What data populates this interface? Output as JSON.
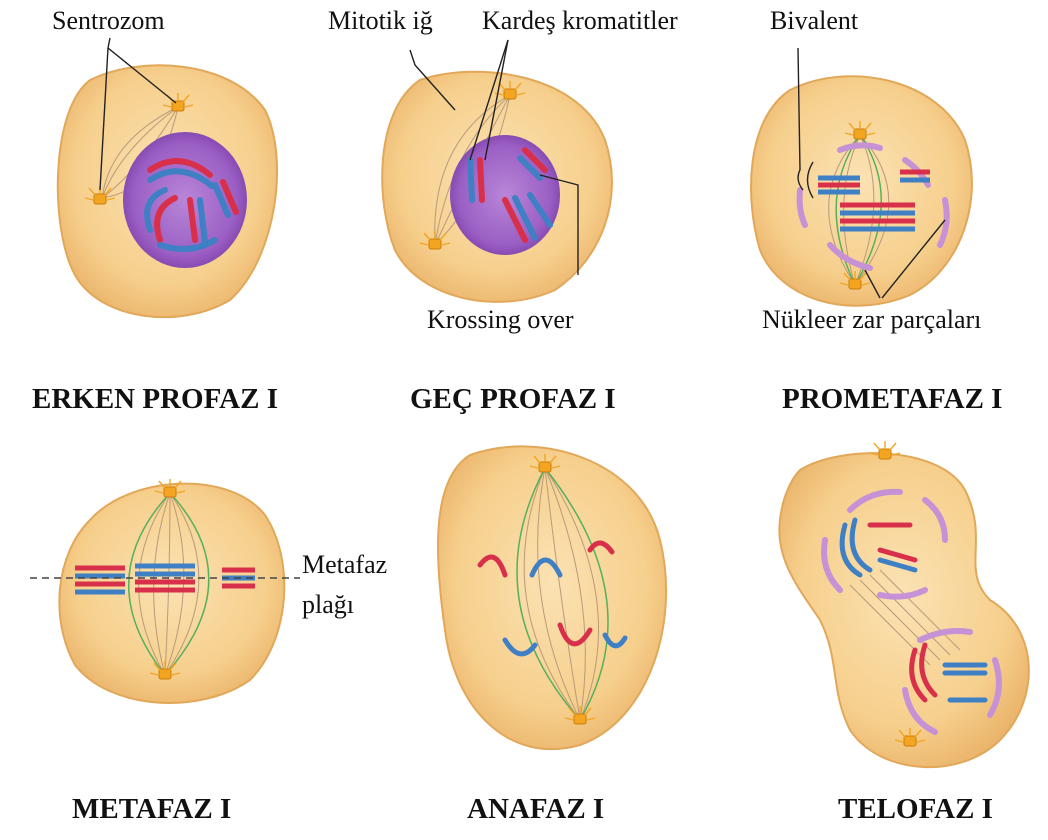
{
  "annotations": {
    "sentrozom": "Sentrozom",
    "mitotik_ig": "Mitotik iğ",
    "kardes_kromatitler": "Kardeş kromatitler",
    "bivalent": "Bivalent",
    "krossing_over": "Krossing over",
    "nukleer_zar": "Nükleer zar parçaları",
    "metafaz_plagi_1": "Metafaz",
    "metafaz_plagi_2": "plağı"
  },
  "phases": {
    "erken_profaz": "ERKEN PROFAZ I",
    "gec_profaz": "GEÇ PROFAZ I",
    "prometafaz": "PROMETAFAZ I",
    "metafaz": "METAFAZ I",
    "anafaz": "ANAFAZ I",
    "telofaz": "TELOFAZ I"
  },
  "colors": {
    "cell_fill": "#f6cf8c",
    "cell_edge": "#e2a85a",
    "nucleus": "#9b5fc4",
    "chromosome_red": "#d8304a",
    "chromosome_blue": "#3f7fc4",
    "spindle": "#b89a7c",
    "spindle_green": "#57b05a",
    "centrosome": "#f3a521",
    "envelope_fragment": "#c791d6"
  }
}
